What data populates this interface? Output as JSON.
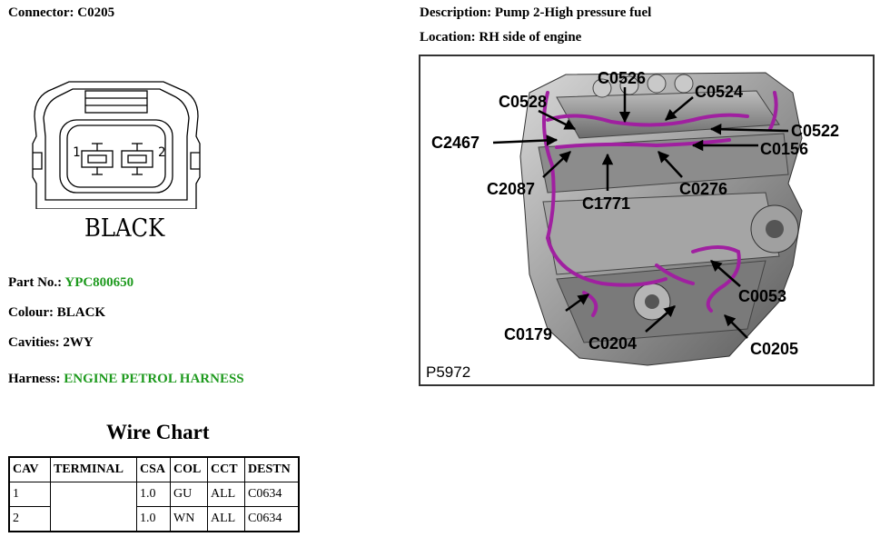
{
  "header": {
    "connector_label": "Connector:",
    "connector_value": "C0205",
    "description_label": "Description:",
    "description_value": "Pump 2-High pressure fuel",
    "location_label": "Location:",
    "location_value": "RH side of engine"
  },
  "connector_diagram": {
    "color_caption": "BLACK",
    "pin1": "1",
    "pin2": "2"
  },
  "details": {
    "part_no_label": "Part No.:",
    "part_no_value": "YPC800650",
    "colour_label": "Colour:",
    "colour_value": "BLACK",
    "cavities_label": "Cavities:",
    "cavities_value": "2WY",
    "harness_label": "Harness:",
    "harness_value": "ENGINE PETROL HARNESS",
    "link_color": "#1e9a1e"
  },
  "wire_chart": {
    "title": "Wire Chart",
    "headers": [
      "CAV",
      "TERMINAL",
      "CSA",
      "COL",
      "CCT",
      "DESTN"
    ],
    "rows": [
      {
        "cav": "1",
        "terminal": "",
        "csa": "1.0",
        "col": "GU",
        "cct": "ALL",
        "destn": "C0634"
      },
      {
        "cav": "2",
        "terminal": "",
        "csa": "1.0",
        "col": "WN",
        "cct": "ALL",
        "destn": "C0634"
      }
    ]
  },
  "engine_image": {
    "reference": "P5972",
    "harness_color": "#a020a0",
    "callouts": {
      "c0526": "C0526",
      "c0524": "C0524",
      "c0528": "C0528",
      "c0522": "C0522",
      "c2467": "C2467",
      "c0156": "C0156",
      "c2087": "C2087",
      "c1771": "C1771",
      "c0276": "C0276",
      "c0053": "C0053",
      "c0179": "C0179",
      "c0204": "C0204",
      "c0205": "C0205"
    }
  }
}
